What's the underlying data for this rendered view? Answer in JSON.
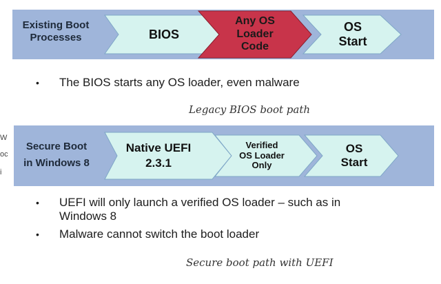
{
  "legacy": {
    "label_line1": "Existing Boot",
    "label_line2": "Processes",
    "stages": [
      {
        "line1": "BIOS",
        "line2": "",
        "line3": ""
      },
      {
        "line1": "Any OS",
        "line2": "Loader",
        "line3": "Code"
      },
      {
        "line1": "OS",
        "line2": "Start",
        "line3": ""
      }
    ],
    "bullets": [
      "The BIOS starts any OS loader, even malware"
    ],
    "caption": "Legacy BIOS boot path"
  },
  "secure": {
    "label_line1": "Secure Boot",
    "label_line2": "in Windows 8",
    "stages": [
      {
        "line1": "Native UEFI",
        "line2": "2.3.1",
        "line3": ""
      },
      {
        "line1": "Verified",
        "line2": "OS Loader",
        "line3": "Only"
      },
      {
        "line1": "OS",
        "line2": "Start",
        "line3": ""
      }
    ],
    "bullets": [
      "UEFI will only launch a verified OS loader – such as in",
      "Windows 8",
      "Malware cannot switch the boot loader"
    ],
    "caption": "Secure boot path with UEFI"
  },
  "bullet_glyph": "•",
  "edge_fragments": [
    "W",
    "oc",
    "i"
  ],
  "colors": {
    "band": "#9fb5da",
    "chevron": "#d6f3ef",
    "chevron_highlight": "#c8344a",
    "chevron_stroke": "#7fa7c7"
  }
}
